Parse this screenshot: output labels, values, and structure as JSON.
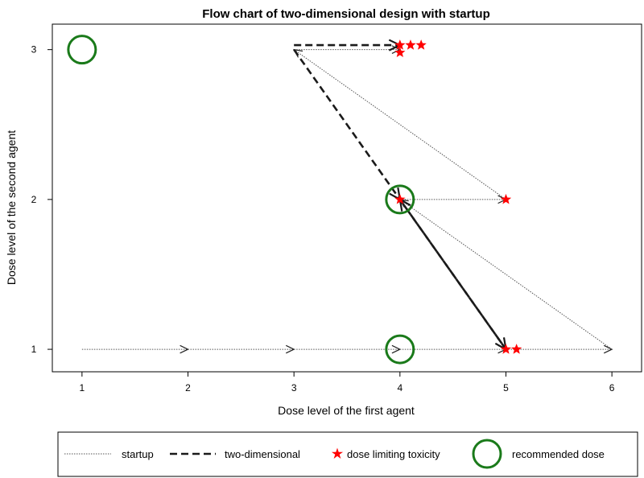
{
  "chart_data": {
    "type": "scatter",
    "title": "Flow chart of two-dimensional design with startup",
    "xlabel": "Dose level of the first agent",
    "ylabel": "Dose level of the second agent",
    "xlim": [
      0.72,
      6.28
    ],
    "ylim": [
      0.85,
      3.17
    ],
    "x_ticks": [
      1,
      2,
      3,
      4,
      5,
      6
    ],
    "y_ticks": [
      1,
      2,
      3
    ],
    "grid": false,
    "legend_position": "bottom",
    "colors": {
      "startup": "#555555",
      "two_dimensional": "#1a1a1a",
      "toxicity": "#ff0000",
      "recommended": "#1a7a1a"
    },
    "startup_path": [
      {
        "x": 1,
        "y": 1
      },
      {
        "x": 2,
        "y": 1
      },
      {
        "x": 3,
        "y": 1
      },
      {
        "x": 4,
        "y": 1
      },
      {
        "x": 5,
        "y": 1
      },
      {
        "x": 6,
        "y": 1
      },
      {
        "x": 4,
        "y": 2
      },
      {
        "x": 5,
        "y": 2
      },
      {
        "x": 3,
        "y": 3
      },
      {
        "x": 4,
        "y": 3
      }
    ],
    "two_dimensional_path": [
      {
        "x": 3,
        "y": 3.03
      },
      {
        "x": 4,
        "y": 3.03
      },
      {
        "x": 3,
        "y": 3
      },
      {
        "x": 4,
        "y": 2
      },
      {
        "x": 5,
        "y": 1
      },
      {
        "x": 4,
        "y": 2
      }
    ],
    "toxicity_points": [
      {
        "x": 4,
        "y": 3.03
      },
      {
        "x": 4.1,
        "y": 3.03
      },
      {
        "x": 4.2,
        "y": 3.03
      },
      {
        "x": 4,
        "y": 2.98
      },
      {
        "x": 4,
        "y": 2
      },
      {
        "x": 5,
        "y": 2
      },
      {
        "x": 5,
        "y": 1
      },
      {
        "x": 5.1,
        "y": 1
      }
    ],
    "recommended_doses": [
      {
        "x": 1,
        "y": 3
      },
      {
        "x": 4,
        "y": 2
      },
      {
        "x": 4,
        "y": 1
      }
    ],
    "legend": [
      {
        "key": "startup",
        "label": "startup"
      },
      {
        "key": "two_dimensional",
        "label": "two-dimensional"
      },
      {
        "key": "toxicity",
        "label": "dose limiting toxicity"
      },
      {
        "key": "recommended",
        "label": "recommended dose"
      }
    ]
  }
}
